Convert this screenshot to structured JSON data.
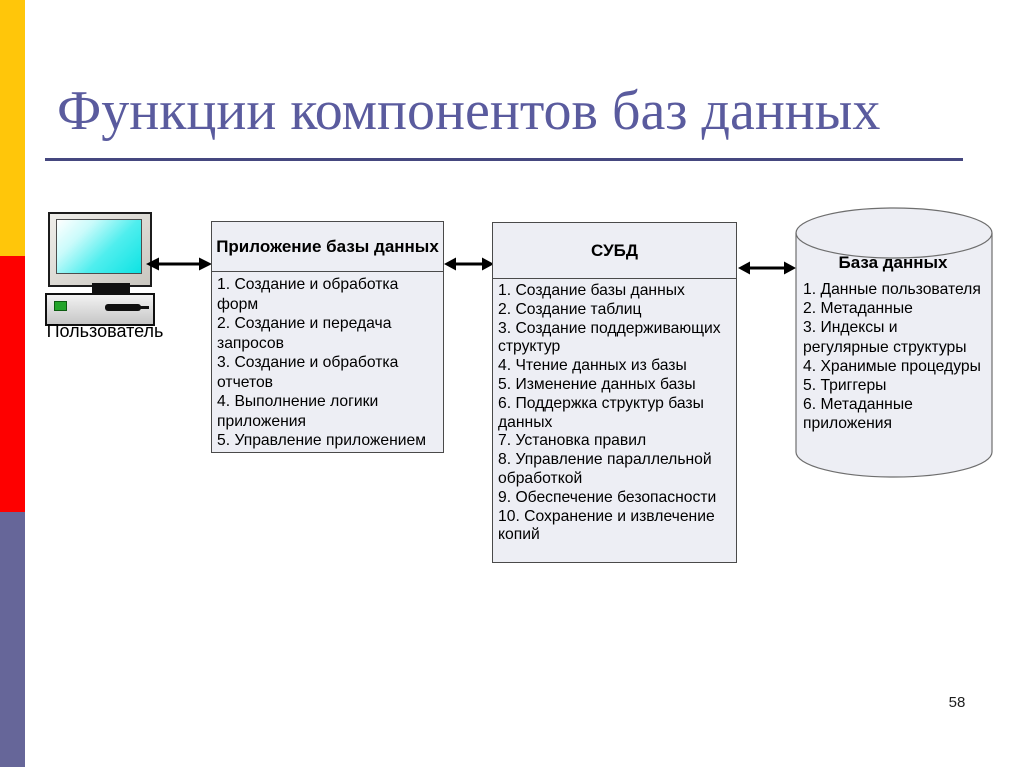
{
  "header": {
    "title": "Функции компонентов баз данных"
  },
  "page_number": "58",
  "user_node": {
    "icon": "desktop-computer-icon",
    "label": "Пользователь"
  },
  "components": [
    {
      "title": "Приложение базы данных",
      "shape": "rectangle",
      "items": [
        "1. Создание и обработка форм",
        "2. Создание и передача запросов",
        "3. Создание и обработка отчетов",
        "4. Выполнение логики приложения",
        "5. Управление приложением"
      ]
    },
    {
      "title": "СУБД",
      "shape": "rectangle",
      "items": [
        "1. Создание базы данных",
        "2. Создание таблиц",
        "3. Создание поддерживающих структур",
        "4. Чтение данных из базы",
        "5. Изменение данных базы",
        "6. Поддержка структур базы данных",
        "7. Установка правил",
        "8. Управление параллельной обработкой",
        "9. Обеспечение безопасности",
        "10. Сохранение и извлечение копий"
      ]
    },
    {
      "title": "База данных",
      "shape": "cylinder",
      "items": [
        "1. Данные пользователя",
        "2. Метаданные",
        "3. Индексы и регулярные структуры",
        "4. Хранимые процедуры",
        "5. Триггеры",
        "6. Метаданные приложения"
      ]
    }
  ],
  "connectors": [
    {
      "icon": "double-headed-arrow-icon"
    },
    {
      "icon": "double-headed-arrow-icon"
    },
    {
      "icon": "double-headed-arrow-icon"
    }
  ],
  "colors": {
    "stripe_yellow": "#FFC60A",
    "stripe_red": "#FE0000",
    "stripe_purple": "#666699",
    "title_text": "#5A5B9E",
    "title_rule": "#45477F",
    "panel_fill": "#EDEEF4",
    "panel_border": "#4A4A4A",
    "screen_cyan": "#0EE3E3",
    "arrow": "#000000"
  }
}
